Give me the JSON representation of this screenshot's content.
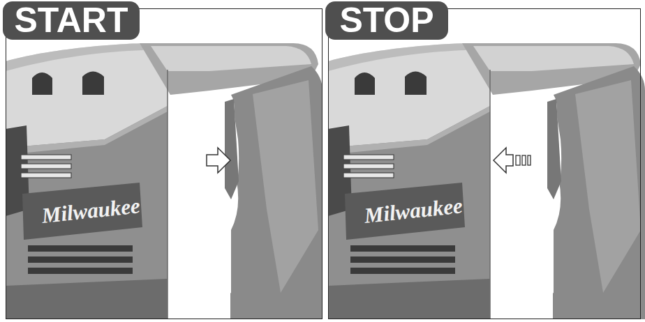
{
  "diagram": {
    "nodes": [
      {
        "text": [
          "START"
        ]
      },
      {
        "text": [
          "STOP"
        ]
      }
    ],
    "labels": [
      "Milwaukee",
      "Milwaukee"
    ]
  }
}
